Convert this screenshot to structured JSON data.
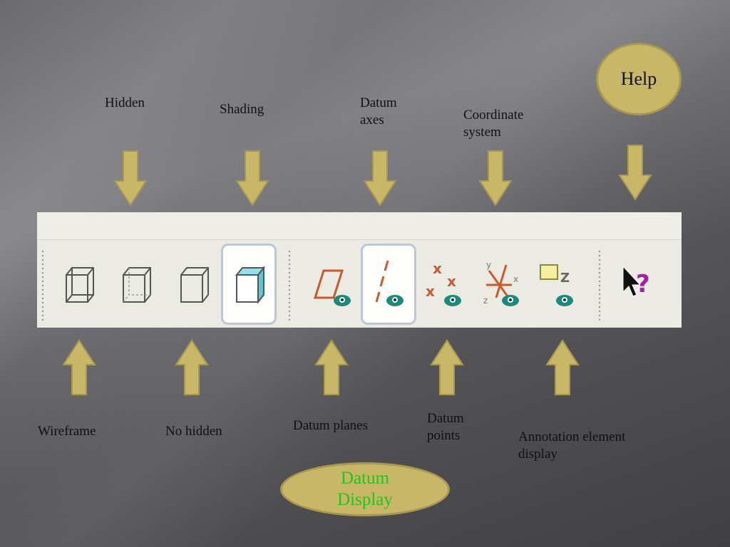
{
  "labels_top": {
    "hidden": "Hidden",
    "shading": "Shading",
    "datum_axes": "Datum axes",
    "coordinate_system": "Coordinate system"
  },
  "labels_bottom": {
    "wireframe": "Wireframe",
    "no_hidden": "No hidden",
    "datum_planes": "Datum planes",
    "datum_points": "Datum points",
    "annotation": "Annotation element display"
  },
  "help": {
    "label": "Help"
  },
  "datum_display": {
    "label": "Datum Display"
  },
  "colors": {
    "arrow_fill": "#c8b766",
    "arrow_stroke": "#a8984e",
    "datum_text": "#22c322",
    "datum_red": "#c85a2c",
    "eye_teal": "#1b8a7a",
    "shade_cyan": "#8fe3ea"
  },
  "toolbar": {
    "tools": [
      {
        "name": "wireframe",
        "icon": "wireframe-cube-icon"
      },
      {
        "name": "hidden",
        "icon": "hidden-line-cube-icon"
      },
      {
        "name": "no-hidden",
        "icon": "no-hidden-cube-icon"
      },
      {
        "name": "shading",
        "icon": "shaded-cube-icon",
        "active": true
      },
      {
        "name": "datum-planes",
        "icon": "datum-plane-icon"
      },
      {
        "name": "datum-axes",
        "icon": "datum-axis-icon",
        "active": true
      },
      {
        "name": "datum-points",
        "icon": "datum-point-icon"
      },
      {
        "name": "coordinate-system",
        "icon": "coordinate-system-icon"
      },
      {
        "name": "annotation-display",
        "icon": "annotation-icon"
      },
      {
        "name": "help",
        "icon": "context-help-icon"
      }
    ]
  }
}
